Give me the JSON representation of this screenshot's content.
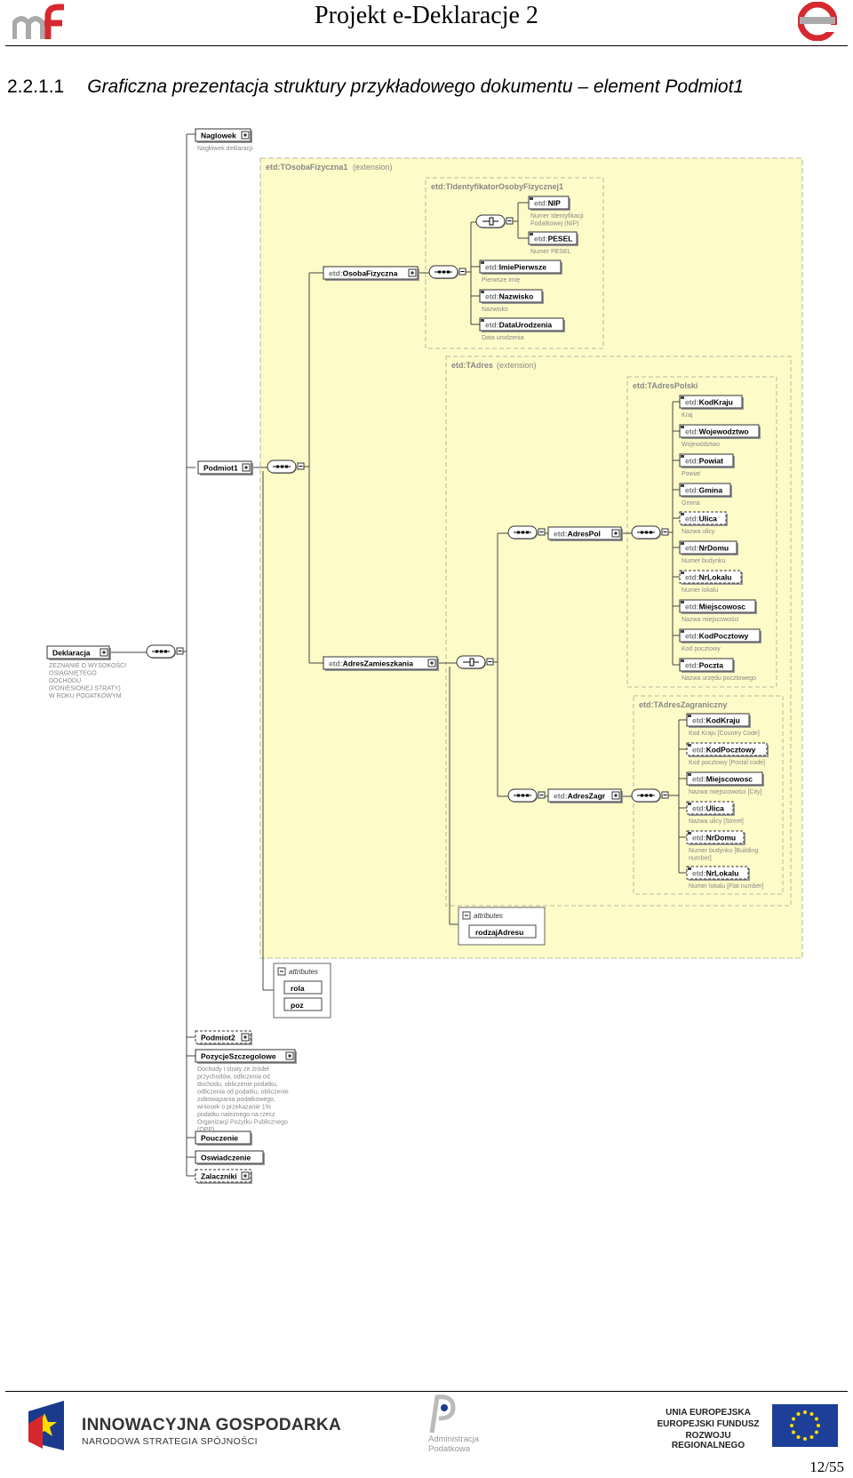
{
  "header": {
    "title": "Projekt e-Deklaracje 2",
    "logo_left": "mf-logo",
    "logo_right": "e-logo"
  },
  "section": {
    "number": "2.2.1.1",
    "title": "Graficzna prezentacja struktury przykładowego dokumentu – element Podmiot1"
  },
  "diagram": {
    "containers": {
      "osoba_fizyczna_type": "etd:TOsobaFizyczna1",
      "identyfikator_type": "etd:TIdentyfikatorOsobyFizycznej1",
      "adres_type": "etd:TAdres",
      "adres_polski_type": "etd:TAdresPolski",
      "adres_zagr_type": "etd:TAdresZagraniczny",
      "extension": "(extension)"
    },
    "elements": {
      "naglowek": {
        "label": "Naglowek",
        "desc": "Nagłówek deklaracji"
      },
      "deklaracja": {
        "label": "Deklaracja",
        "desc": [
          "ZEZNANIE O WYSOKOŚCI",
          "OSIĄGNIĘTEGO",
          "DOCHODU",
          "(PONIESIONEJ STRATY)",
          "W ROKU PODATKOWYM"
        ]
      },
      "podmiot1": {
        "label": "Podmiot1"
      },
      "osoba_fizyczna": {
        "label": "etd:OsobaFizyczna"
      },
      "nip": {
        "label": "etd:NIP",
        "desc": [
          "Numer Identyfikacji",
          "Podatkowej (NIP)"
        ]
      },
      "pesel": {
        "label": "etd:PESEL",
        "desc": "Numer PESEL"
      },
      "imie": {
        "label": "etd:ImiePierwsze",
        "desc": "Pierwsze imię"
      },
      "nazwisko": {
        "label": "etd:Nazwisko",
        "desc": "Nazwisko"
      },
      "data_urodzenia": {
        "label": "etd:DataUrodzenia",
        "desc": "Data urodzenia"
      },
      "adres_zamieszkania": {
        "label": "etd:AdresZamieszkania"
      },
      "adres_pol": {
        "label": "etd:AdresPol"
      },
      "adres_zagr": {
        "label": "etd:AdresZagr"
      },
      "pl_kodkraju": {
        "label": "etd:KodKraju",
        "desc": "Kraj"
      },
      "pl_wojewodztwo": {
        "label": "etd:Wojewodztwo",
        "desc": "Województwo"
      },
      "pl_powiat": {
        "label": "etd:Powiat",
        "desc": "Powiat"
      },
      "pl_gmina": {
        "label": "etd:Gmina",
        "desc": "Gmina"
      },
      "pl_ulica": {
        "label": "etd:Ulica",
        "desc": "Nazwa ulicy"
      },
      "pl_nrdomu": {
        "label": "etd:NrDomu",
        "desc": "Numer budynku"
      },
      "pl_nrlokalu": {
        "label": "etd:NrLokalu",
        "desc": "Numer lokalu"
      },
      "pl_miejscowosc": {
        "label": "etd:Miejscowosc",
        "desc": "Nazwa miejscowości"
      },
      "pl_kodpocztowy": {
        "label": "etd:KodPocztowy",
        "desc": "Kod pocztowy"
      },
      "pl_poczta": {
        "label": "etd:Poczta",
        "desc": "Nazwa urzędu pocztowego"
      },
      "zg_kodkraju": {
        "label": "etd:KodKraju",
        "desc": "Kod Kraju [Country Code]"
      },
      "zg_kodpocztowy": {
        "label": "etd:KodPocztowy",
        "desc": "Kod pocztowy [Postal code]"
      },
      "zg_miejscowosc": {
        "label": "etd:Miejscowosc",
        "desc": "Nazwa miejscowości [City]"
      },
      "zg_ulica": {
        "label": "etd:Ulica",
        "desc": "Nazwa ulicy [Street]"
      },
      "zg_nrdomu": {
        "label": "etd:NrDomu",
        "desc": [
          "Numer budynku [Building",
          "number]"
        ]
      },
      "zg_nrlokalu": {
        "label": "etd:NrLokalu",
        "desc": "Numer lokalu [Flat number]"
      },
      "podmiot2": {
        "label": "Podmiot2"
      },
      "pozycje": {
        "label": "PozycjeSzczegolowe",
        "desc": [
          "Dochody i straty ze źródeł",
          "przychodów, odliczenia od",
          "dochodu, obliczenie podatku,",
          "odliczenia od podatku, obliczenie",
          "zobowiązania podatkowego,",
          "wniosek o przekazanie 1%",
          "podatku należnego na rzecz",
          "Organizacji Pożytku Publicznego",
          "(OPP)"
        ]
      },
      "pouczenie": {
        "label": "Pouczenie"
      },
      "oswiadczenie": {
        "label": "Oswiadczenie"
      },
      "zalaczniki": {
        "label": "Zalaczniki"
      }
    },
    "attributes": {
      "heading": "attributes",
      "adres": [
        "rodzajAdresu"
      ],
      "podmiot": [
        "rola",
        "poz"
      ]
    }
  },
  "footer": {
    "ig_line1": "INNOWACYJNA GOSPODARKA",
    "ig_line2": "NARODOWA STRATEGIA SPÓJNOŚCI",
    "ap_line1": "Administracja",
    "ap_line2": "Podatkowa",
    "eu_line1": "UNIA EUROPEJSKA",
    "eu_line2": "EUROPEJSKI FUNDUSZ",
    "eu_line3": "ROZWOJU REGIONALNEGO",
    "page": "12/55",
    "colors": {
      "eu_blue": "#1d3f98",
      "eu_star": "#ffdd00",
      "ig_red": "#d6282f",
      "ig_blue": "#1b3a8c"
    }
  }
}
